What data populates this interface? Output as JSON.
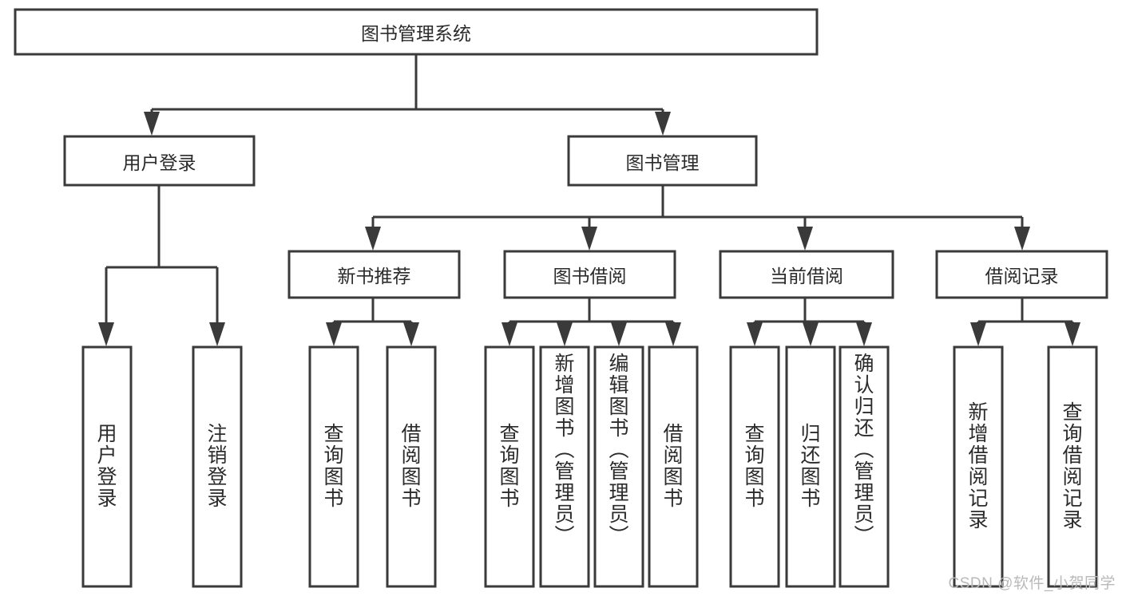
{
  "diagram": {
    "title": "图书管理系统",
    "watermark": "CSDN @软件_小贺同学",
    "colors": {
      "box_stroke": "#3a3a3a",
      "box_fill": "#ffffff",
      "text": "#2b2b2b",
      "background": "#ffffff",
      "watermark_text": "#b9b9b9"
    },
    "nodes": {
      "root": {
        "label": "图书管理系统",
        "orientation": "horizontal",
        "level": 0
      },
      "user_login": {
        "label": "用户登录",
        "orientation": "horizontal",
        "level": 1
      },
      "book_manage": {
        "label": "图书管理",
        "orientation": "horizontal",
        "level": 1
      },
      "new_book_rec": {
        "label": "新书推荐",
        "orientation": "horizontal",
        "level": 2
      },
      "book_borrow": {
        "label": "图书借阅",
        "orientation": "horizontal",
        "level": 2
      },
      "current_borrow": {
        "label": "当前借阅",
        "orientation": "horizontal",
        "level": 2
      },
      "borrow_record": {
        "label": "借阅记录",
        "orientation": "horizontal",
        "level": 2
      },
      "leaf_user_login": {
        "label": "用户登录",
        "orientation": "vertical",
        "level": 3
      },
      "leaf_logout_login": {
        "label": "注销登录",
        "orientation": "vertical",
        "level": 3
      },
      "leaf_query_book_1": {
        "label": "查询图书",
        "orientation": "vertical",
        "level": 3
      },
      "leaf_borrow_book_1": {
        "label": "借阅图书",
        "orientation": "vertical",
        "level": 3
      },
      "leaf_query_book_2": {
        "label": "查询图书",
        "orientation": "vertical",
        "level": 3
      },
      "leaf_add_book": {
        "label": "新增图书（管理员）",
        "orientation": "vertical",
        "level": 3
      },
      "leaf_edit_book": {
        "label": "编辑图书（管理员）",
        "orientation": "vertical",
        "level": 3
      },
      "leaf_borrow_book_2": {
        "label": "借阅图书",
        "orientation": "vertical",
        "level": 3
      },
      "leaf_query_book_3": {
        "label": "查询图书",
        "orientation": "vertical",
        "level": 3
      },
      "leaf_return_book": {
        "label": "归还图书",
        "orientation": "vertical",
        "level": 3
      },
      "leaf_confirm_return": {
        "label": "确认归还（管理员）",
        "orientation": "vertical",
        "level": 3
      },
      "leaf_add_record": {
        "label": "新增借阅记录",
        "orientation": "vertical",
        "level": 3
      },
      "leaf_query_record": {
        "label": "查询借阅记录",
        "orientation": "vertical",
        "level": 3
      }
    },
    "tree": [
      {
        "id": "root",
        "label": "图书管理系统",
        "children": [
          {
            "id": "user_login",
            "label": "用户登录",
            "children": [
              {
                "id": "leaf_user_login",
                "label": "用户登录"
              },
              {
                "id": "leaf_logout_login",
                "label": "注销登录"
              }
            ]
          },
          {
            "id": "book_manage",
            "label": "图书管理",
            "children": [
              {
                "id": "new_book_rec",
                "label": "新书推荐",
                "children": [
                  {
                    "id": "leaf_query_book_1",
                    "label": "查询图书"
                  },
                  {
                    "id": "leaf_borrow_book_1",
                    "label": "借阅图书"
                  }
                ]
              },
              {
                "id": "book_borrow",
                "label": "图书借阅",
                "children": [
                  {
                    "id": "leaf_query_book_2",
                    "label": "查询图书"
                  },
                  {
                    "id": "leaf_add_book",
                    "label": "新增图书（管理员）"
                  },
                  {
                    "id": "leaf_edit_book",
                    "label": "编辑图书（管理员）"
                  },
                  {
                    "id": "leaf_borrow_book_2",
                    "label": "借阅图书"
                  }
                ]
              },
              {
                "id": "current_borrow",
                "label": "当前借阅",
                "children": [
                  {
                    "id": "leaf_query_book_3",
                    "label": "查询图书"
                  },
                  {
                    "id": "leaf_return_book",
                    "label": "归还图书"
                  },
                  {
                    "id": "leaf_confirm_return",
                    "label": "确认归还（管理员）"
                  }
                ]
              },
              {
                "id": "borrow_record",
                "label": "借阅记录",
                "children": [
                  {
                    "id": "leaf_add_record",
                    "label": "新增借阅记录"
                  },
                  {
                    "id": "leaf_query_record",
                    "label": "查询借阅记录"
                  }
                ]
              }
            ]
          }
        ]
      }
    ]
  }
}
